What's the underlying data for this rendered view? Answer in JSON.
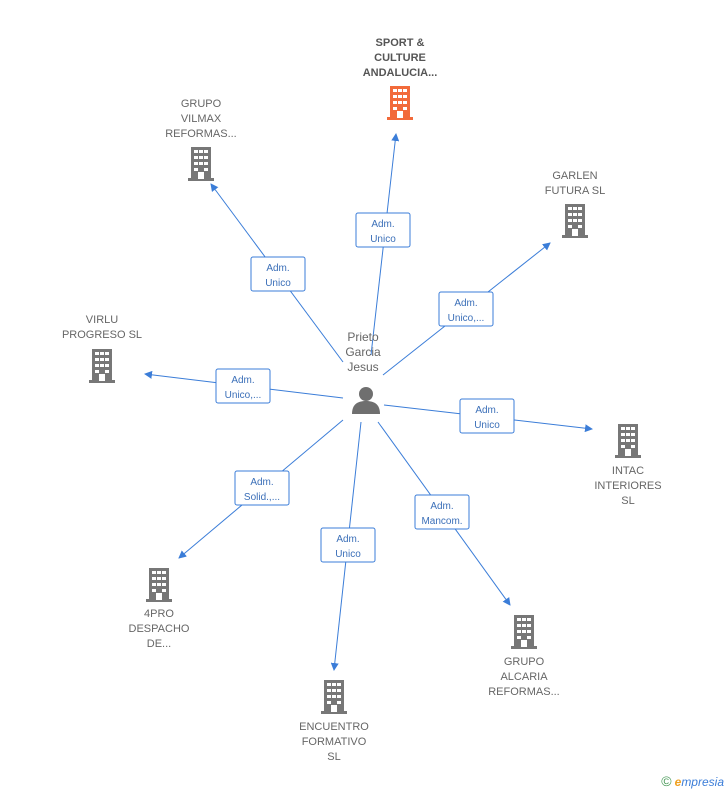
{
  "center": {
    "label_lines": [
      "Prieto",
      "Garcia",
      "Jesus"
    ],
    "icon": "person-icon"
  },
  "nodes": [
    {
      "id": "sport",
      "label_lines": [
        "SPORT &",
        "CULTURE",
        "ANDALUCIA..."
      ],
      "bold": true,
      "highlight": true,
      "icon": "building-icon",
      "edge_label": [
        "Adm.",
        "Unico"
      ]
    },
    {
      "id": "vilmax",
      "label_lines": [
        "GRUPO",
        "VILMAX",
        "REFORMAS..."
      ],
      "bold": false,
      "highlight": false,
      "icon": "building-icon",
      "edge_label": [
        "Adm.",
        "Unico"
      ]
    },
    {
      "id": "garlen",
      "label_lines": [
        "GARLEN",
        "FUTURA  SL"
      ],
      "bold": false,
      "highlight": false,
      "icon": "building-icon",
      "edge_label": [
        "Adm.",
        "Unico,..."
      ]
    },
    {
      "id": "virlu",
      "label_lines": [
        "VIRLU",
        "PROGRESO  SL"
      ],
      "bold": false,
      "highlight": false,
      "icon": "building-icon",
      "edge_label": [
        "Adm.",
        "Unico,..."
      ]
    },
    {
      "id": "intac",
      "label_lines": [
        "INTAC",
        "INTERIORES",
        "SL"
      ],
      "bold": false,
      "highlight": false,
      "icon": "building-icon",
      "edge_label": [
        "Adm.",
        "Unico"
      ]
    },
    {
      "id": "4pro",
      "label_lines": [
        "4PRO",
        "DESPACHO",
        "DE..."
      ],
      "bold": false,
      "highlight": false,
      "icon": "building-icon",
      "edge_label": [
        "Adm.",
        "Solid.,..."
      ]
    },
    {
      "id": "encuentro",
      "label_lines": [
        "ENCUENTRO",
        "FORMATIVO",
        "SL"
      ],
      "bold": false,
      "highlight": false,
      "icon": "building-icon",
      "edge_label": [
        "Adm.",
        "Unico"
      ]
    },
    {
      "id": "alcaria",
      "label_lines": [
        "GRUPO",
        "ALCARIA",
        "REFORMAS..."
      ],
      "bold": false,
      "highlight": false,
      "icon": "building-icon",
      "edge_label": [
        "Adm.",
        "Mancom."
      ]
    }
  ],
  "colors": {
    "edge": "#3b7dd8",
    "building": "#777777",
    "building_highlight": "#f26a3a",
    "person": "#6f6f6f"
  },
  "footer": {
    "copyright_symbol": "©",
    "brand_first": "e",
    "brand_rest": "mpresia"
  }
}
